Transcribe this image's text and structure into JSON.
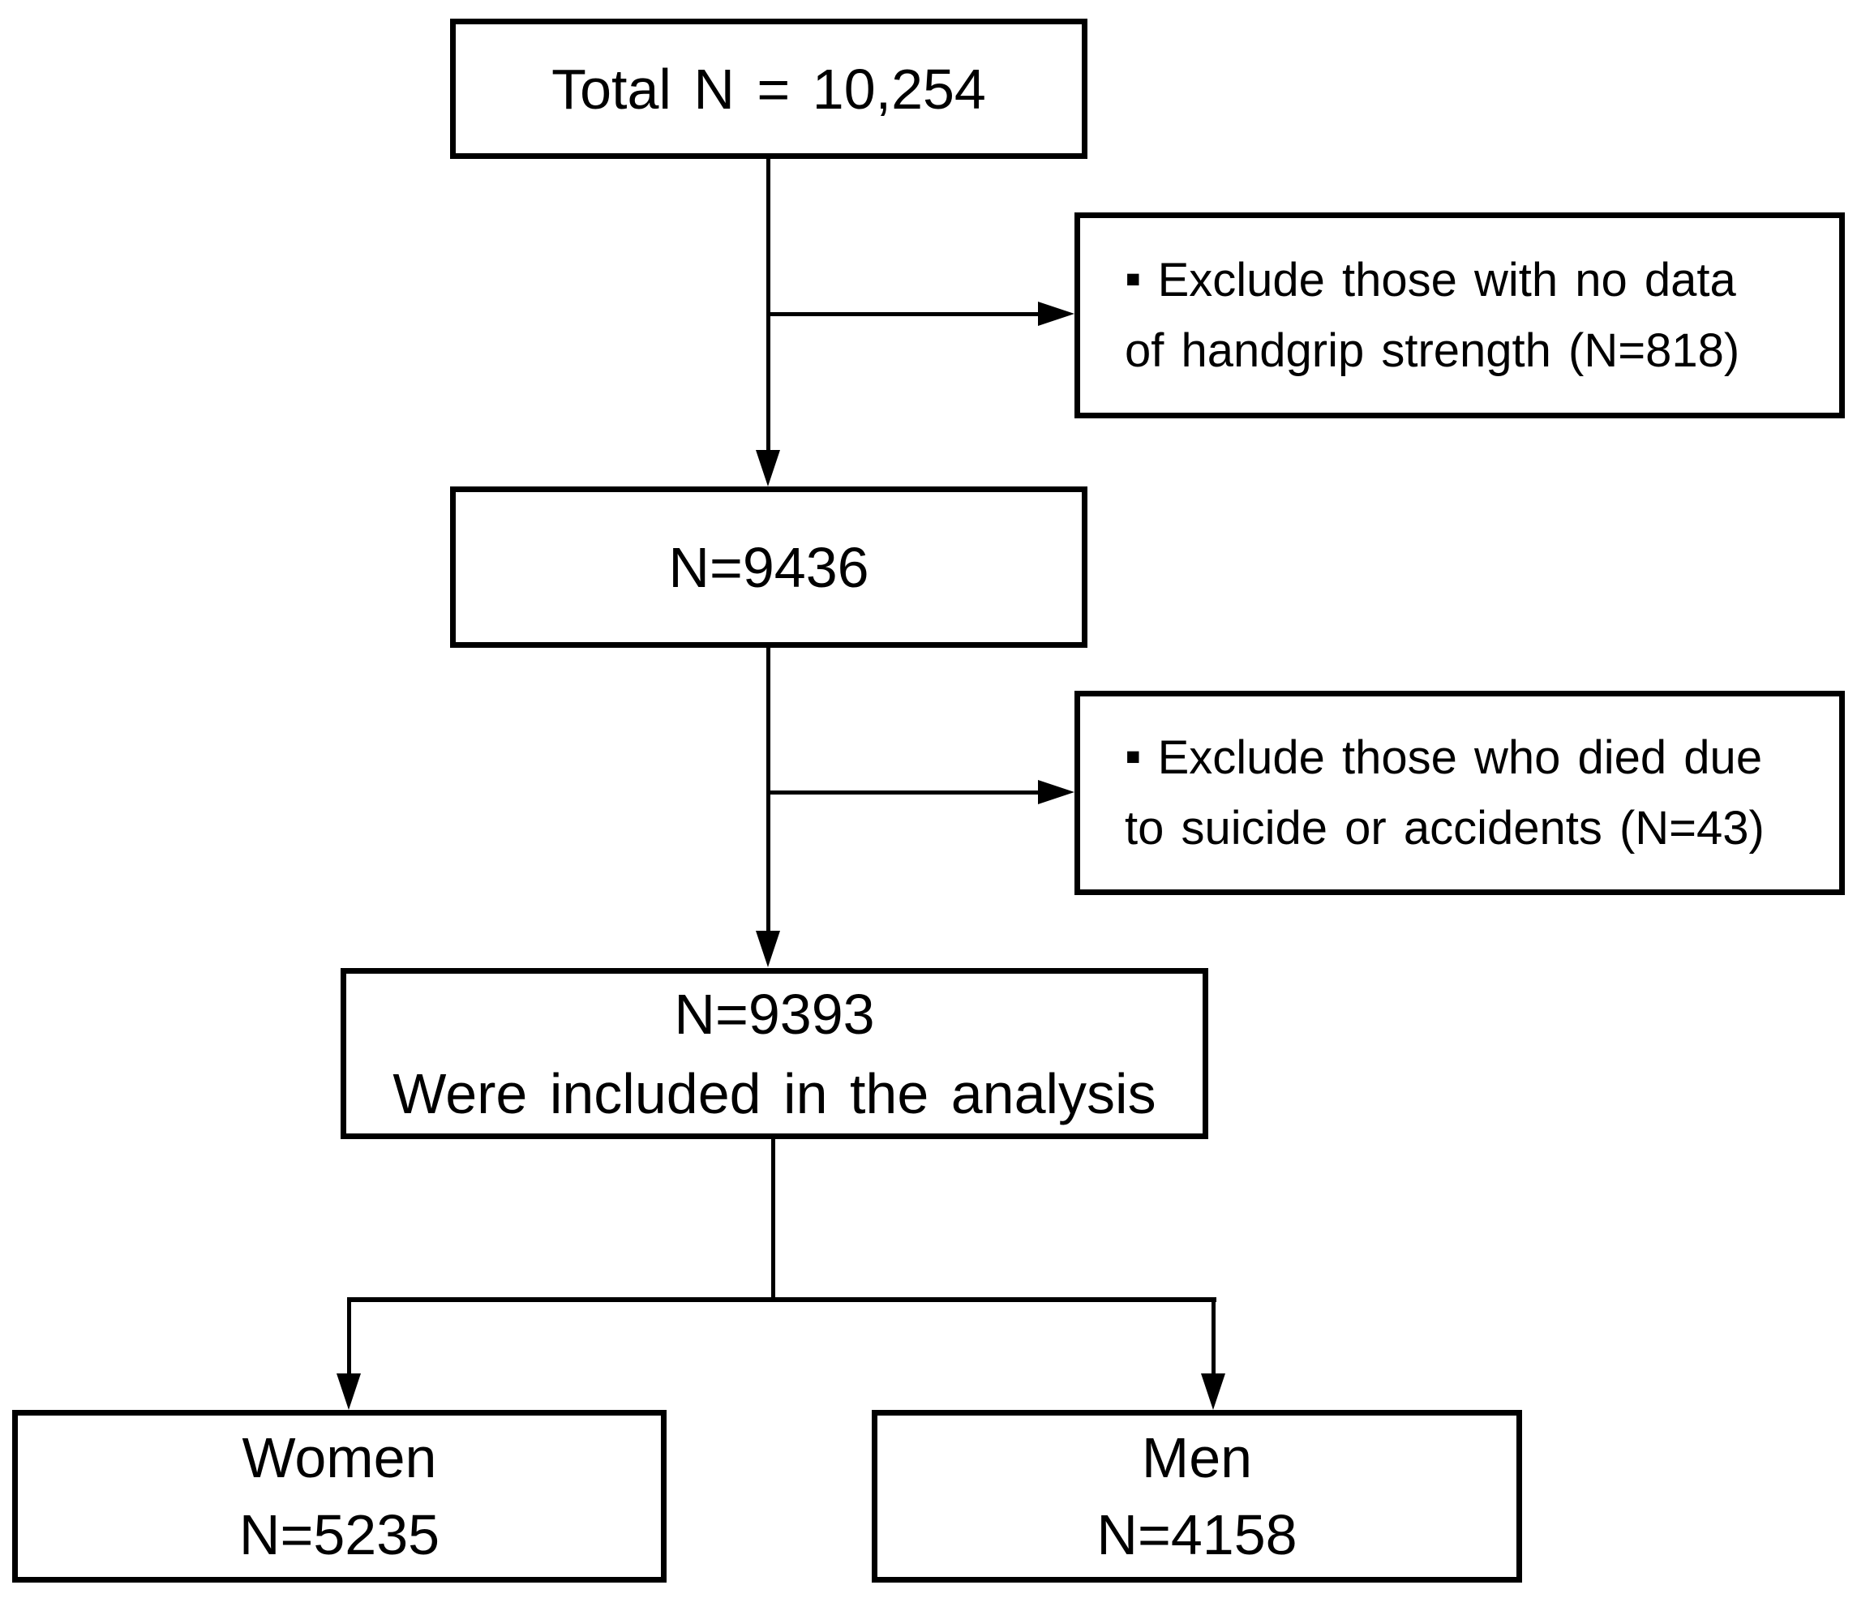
{
  "colors": {
    "background": "#ffffff",
    "line": "#000000",
    "text": "#000000"
  },
  "nodes": {
    "total": {
      "label": "Total N = 10,254"
    },
    "exclusion_handgrip": {
      "bullet": "▪",
      "line1": "Exclude those with no data",
      "line2": "of handgrip strength (N=818)"
    },
    "after_handgrip": {
      "label": "N=9436"
    },
    "exclusion_death": {
      "bullet": "▪",
      "line1": "Exclude those who died due",
      "line2": "to suicide or accidents (N=43)"
    },
    "included": {
      "line1": "N=9393",
      "line2": "Were included in the analysis"
    },
    "women": {
      "line1": "Women",
      "line2": "N=5235"
    },
    "men": {
      "line1": "Men",
      "line2": "N=4158"
    }
  },
  "edges": [
    {
      "from": "total",
      "to": "after_handgrip",
      "style": "arrow-down"
    },
    {
      "from": "total",
      "to": "exclusion_handgrip",
      "style": "arrow-right-branch"
    },
    {
      "from": "after_handgrip",
      "to": "included",
      "style": "arrow-down"
    },
    {
      "from": "after_handgrip",
      "to": "exclusion_death",
      "style": "arrow-right-branch"
    },
    {
      "from": "included",
      "to": "women",
      "style": "arrow-down-split"
    },
    {
      "from": "included",
      "to": "men",
      "style": "arrow-down-split"
    }
  ]
}
